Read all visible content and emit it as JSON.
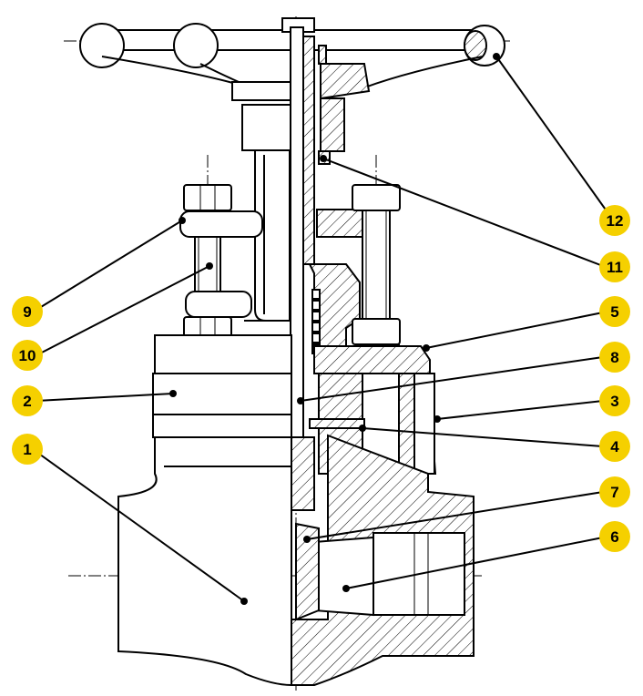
{
  "callouts": [
    {
      "id": "1",
      "label": "1"
    },
    {
      "id": "2",
      "label": "2"
    },
    {
      "id": "3",
      "label": "3"
    },
    {
      "id": "4",
      "label": "4"
    },
    {
      "id": "5",
      "label": "5"
    },
    {
      "id": "6",
      "label": "6"
    },
    {
      "id": "7",
      "label": "7"
    },
    {
      "id": "8",
      "label": "8"
    },
    {
      "id": "9",
      "label": "9"
    },
    {
      "id": "10",
      "label": "10"
    },
    {
      "id": "11",
      "label": "11"
    },
    {
      "id": "12",
      "label": "12"
    }
  ],
  "colors": {
    "callout_fill": "#f5d000",
    "line": "#000000",
    "background": "#ffffff"
  }
}
